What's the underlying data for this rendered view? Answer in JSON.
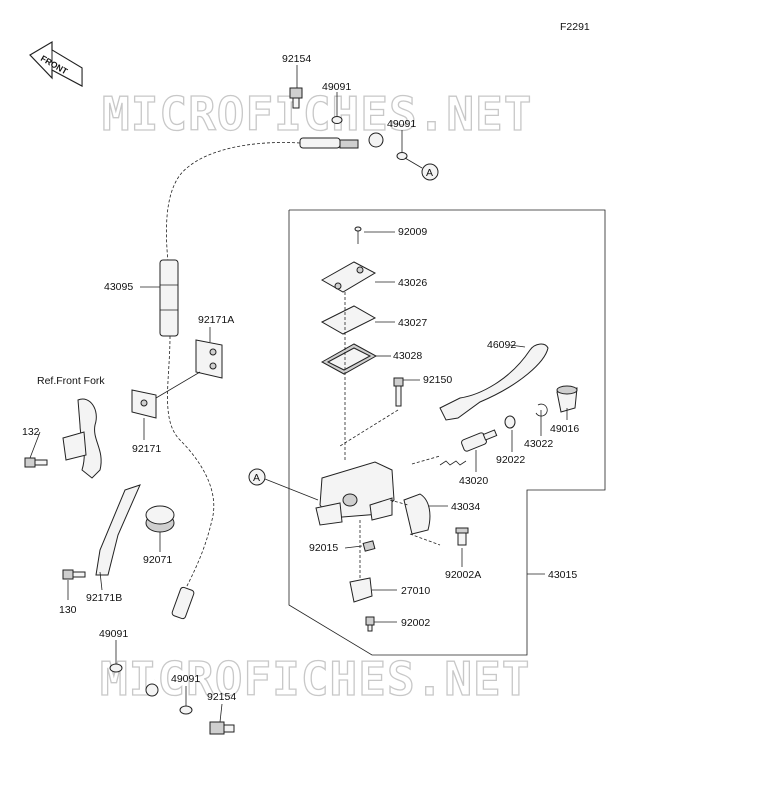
{
  "figure_code": "F2291",
  "front_badge": "FRONT",
  "ref_note": "Ref.Front Fork",
  "watermark": "MICROFICHES.NET",
  "callout_letter": "A",
  "parts": {
    "p92154_top": "92154",
    "p49091_top1": "49091",
    "p49091_top2": "49091",
    "p43095": "43095",
    "p92171a": "92171A",
    "p92171": "92171",
    "p132": "132",
    "p92071": "92071",
    "p130": "130",
    "p92171b": "92171B",
    "p49091_bot1": "49091",
    "p49091_bot2": "49091",
    "p92154_bot": "92154",
    "p92009": "92009",
    "p43026": "43026",
    "p43027": "43027",
    "p43028": "43028",
    "p92150": "92150",
    "p46092": "46092",
    "p49016": "49016",
    "p43022": "43022",
    "p92022": "92022",
    "p43020": "43020",
    "p43034": "43034",
    "p92015": "92015",
    "p92002a": "92002A",
    "p43015": "43015",
    "p27010": "27010",
    "p92002": "92002"
  }
}
